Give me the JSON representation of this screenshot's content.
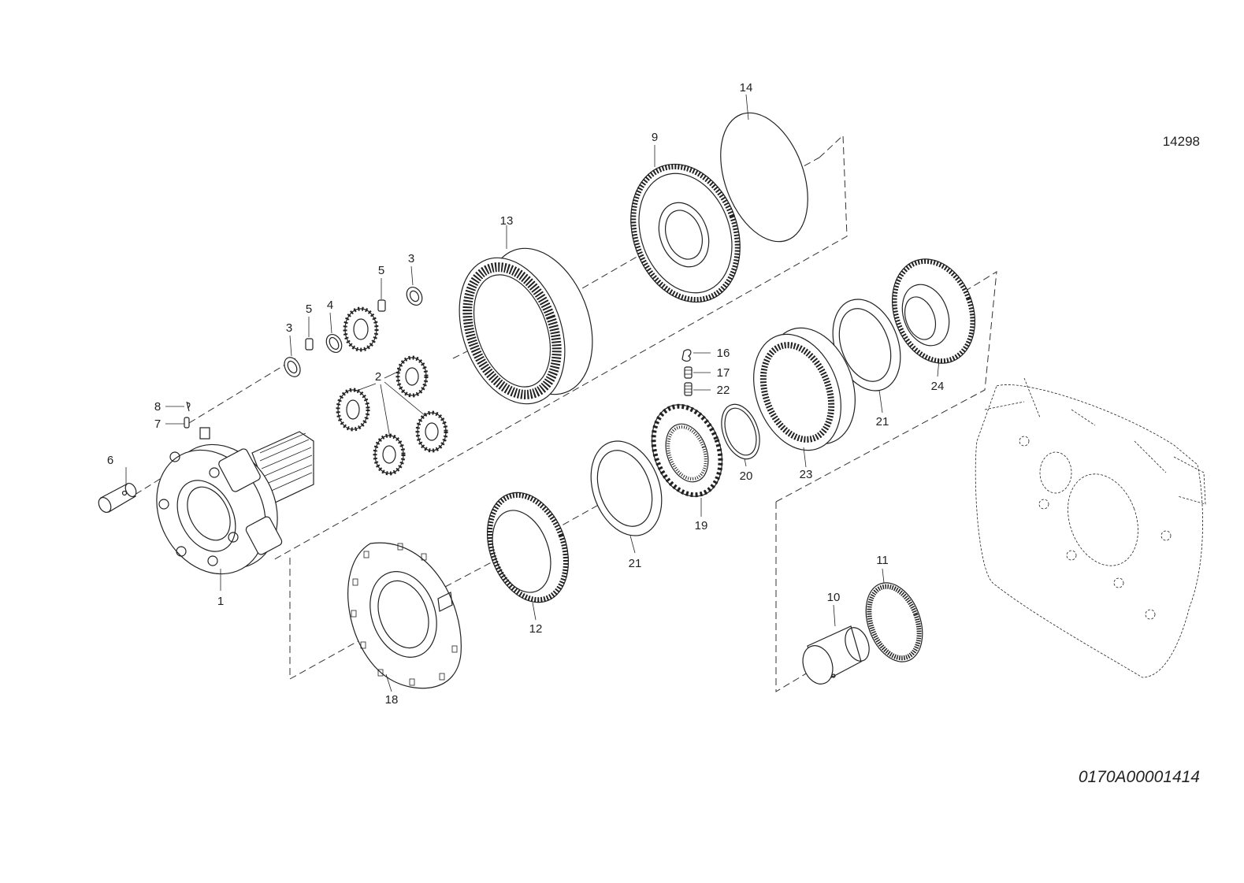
{
  "drawing_number": "14298",
  "document_code": "0170A00001414",
  "callouts": {
    "c1": "1",
    "c2": "2",
    "c3a": "3",
    "c3b": "3",
    "c4": "4",
    "c5a": "5",
    "c5b": "5",
    "c6": "6",
    "c7": "7",
    "c8": "8",
    "c9": "9",
    "c10": "10",
    "c11": "11",
    "c12": "12",
    "c13": "13",
    "c14": "14",
    "c16": "16",
    "c17": "17",
    "c18": "18",
    "c19": "19",
    "c20": "20",
    "c21a": "21",
    "c21b": "21",
    "c22": "22",
    "c23": "23",
    "c24": "24"
  }
}
